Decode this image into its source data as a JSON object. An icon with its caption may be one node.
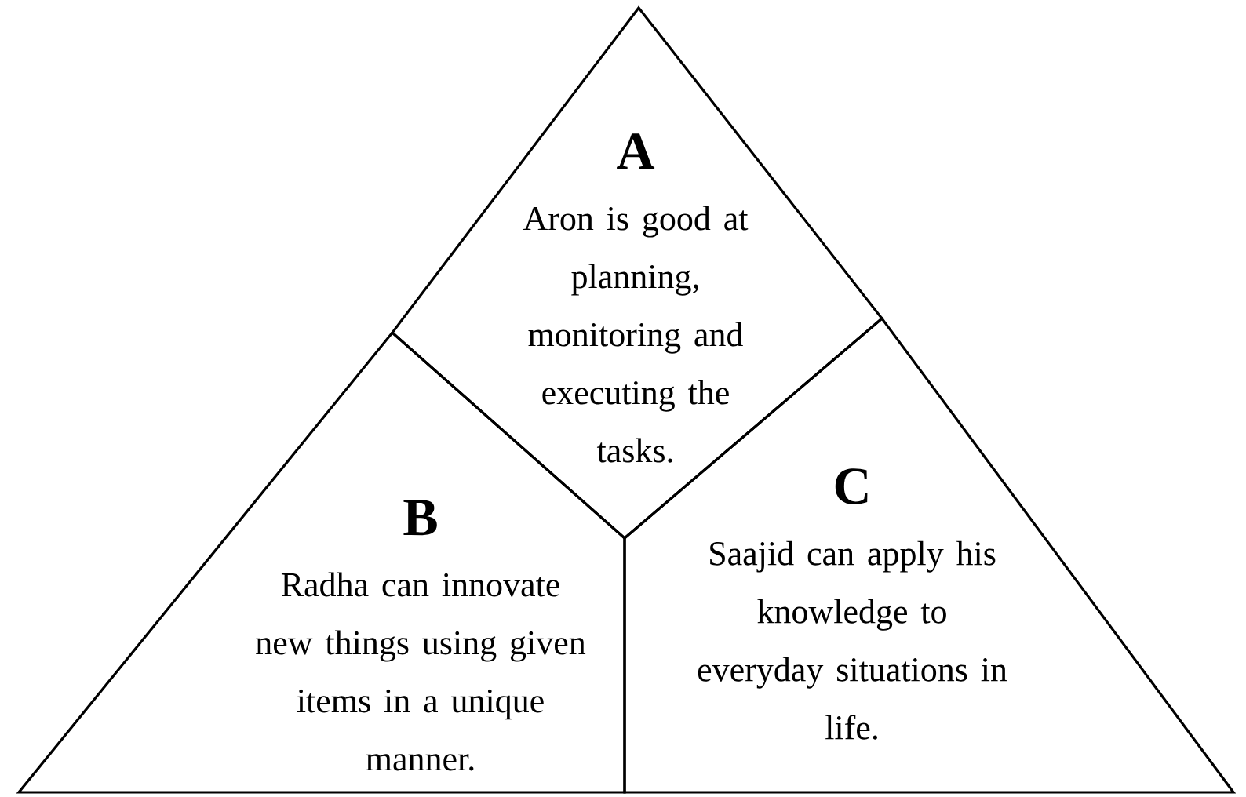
{
  "diagram": {
    "nodes": [
      {
        "text": [
          "A",
          "Aron is good at planning, monitoring and executing the tasks."
        ]
      },
      {
        "text": [
          "B",
          "Radha can innovate new things using given items in a unique manner."
        ]
      },
      {
        "text": [
          "C",
          "Saajid can apply his knowledge to everyday situations in life."
        ]
      }
    ]
  }
}
